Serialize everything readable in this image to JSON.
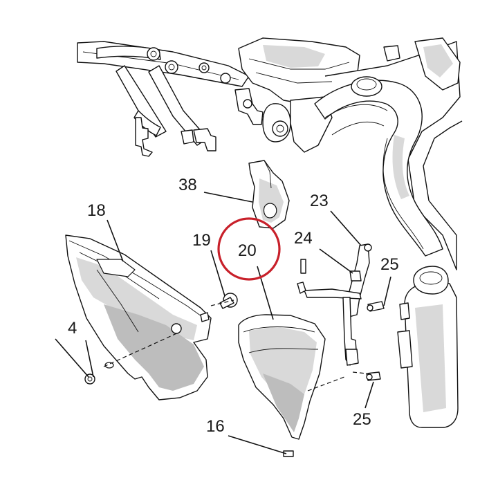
{
  "diagram": {
    "highlight_color": "#c8202a",
    "line_color": "#111111",
    "callouts": [
      {
        "id": "c38",
        "label": "38"
      },
      {
        "id": "c18",
        "label": "18"
      },
      {
        "id": "c19",
        "label": "19"
      },
      {
        "id": "c20",
        "label": "20"
      },
      {
        "id": "c23",
        "label": "23"
      },
      {
        "id": "c24",
        "label": "24"
      },
      {
        "id": "c25a",
        "label": "25"
      },
      {
        "id": "c25b",
        "label": "25"
      },
      {
        "id": "c4",
        "label": "4"
      },
      {
        "id": "c16",
        "label": "16"
      }
    ],
    "highlighted_callout": "20"
  }
}
